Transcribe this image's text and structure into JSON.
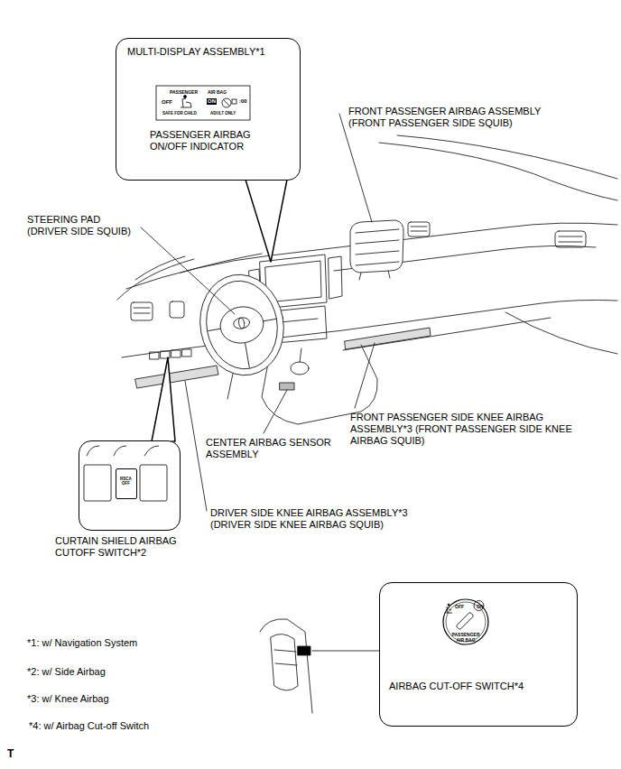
{
  "diagram": {
    "nodes": [
      {
        "text": [
          "MULTI-DISPLAY ASSEMBLY*1",
          "PASSENGER AIRBAG ON/OFF INDICATOR"
        ]
      },
      {
        "text": [
          "PASSENGER",
          "AIR BAG",
          "OFF",
          "ON",
          ":00",
          "SAFE FOR CHILD",
          "ADULT ONLY"
        ],
        "in": 0
      },
      {
        "text": [
          "CURTAIN SHIELD AIRBAG CUTOFF SWITCH*2"
        ]
      },
      {
        "text": [
          "RSCA OFF"
        ],
        "in": 2
      },
      {
        "text": [
          "AIRBAG CUT-OFF SWITCH*4"
        ]
      },
      {
        "text": [
          "OFF",
          "ON",
          "PASSENGER AIR BAG"
        ],
        "in": 4
      }
    ],
    "labels": [
      "FRONT PASSENGER AIRBAG ASSEMBLY (FRONT PASSENGER SIDE SQUIB)",
      "STEERING PAD (DRIVER SIDE SQUIB)",
      "CENTER AIRBAG SENSOR ASSEMBLY",
      "FRONT PASSENGER SIDE KNEE AIRBAG ASSEMBLY*3 (FRONT PASSENGER SIDE KNEE AIRBAG SQUIB)",
      "DRIVER SIDE KNEE AIRBAG ASSEMBLY*3 (DRIVER SIDE KNEE AIRBAG SQUIB)",
      "*1: w/ Navigation System",
      "*2: w/ Side Airbag",
      "*3: w/ Knee Airbag",
      "*4: w/ Airbag Cut-off Switch",
      "T"
    ]
  }
}
